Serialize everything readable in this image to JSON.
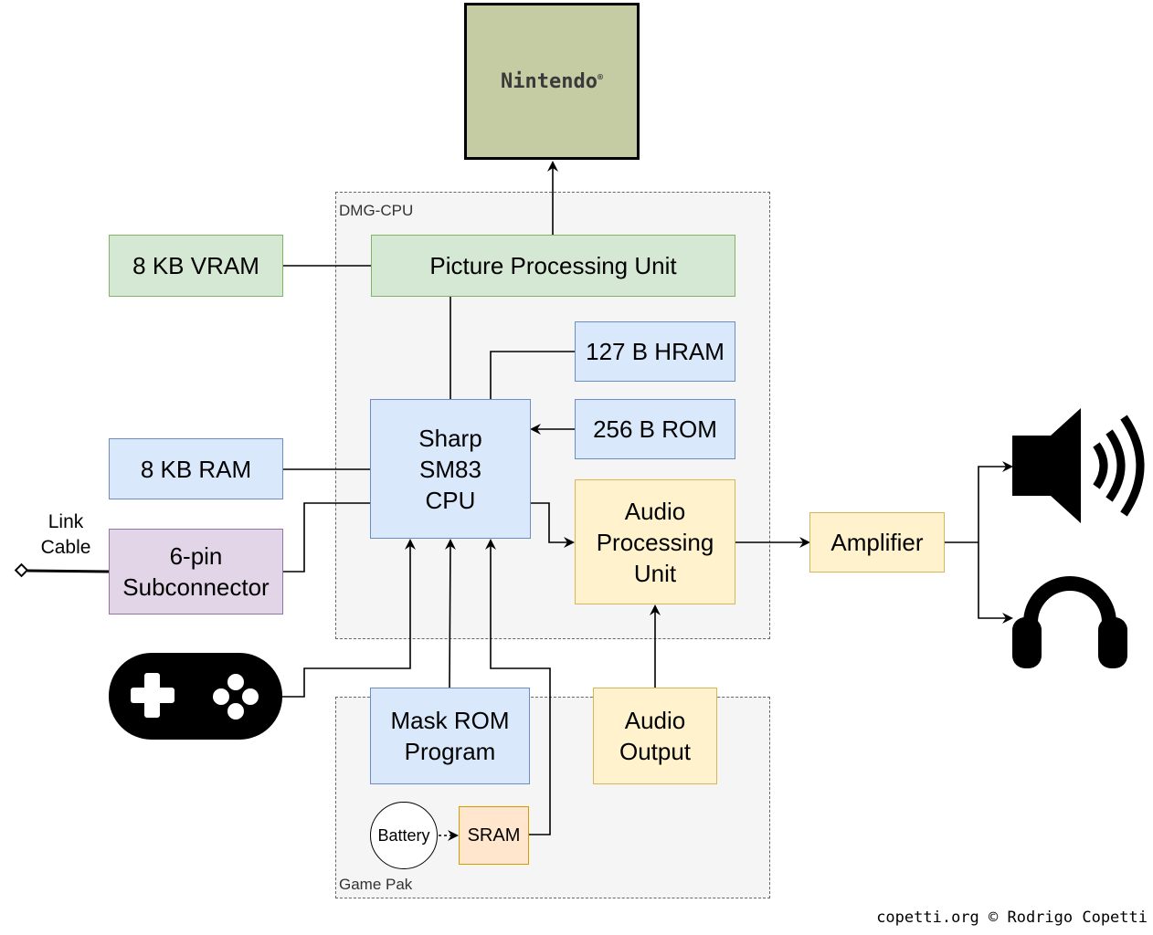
{
  "groups": {
    "dmg_cpu": "DMG-CPU",
    "game_pak": "Game Pak"
  },
  "display": {
    "logo_text": "Nintendo",
    "logo_mark": "®",
    "icon": "lcd-screen-icon"
  },
  "components": {
    "vram": "8 KB VRAM",
    "ppu": "Picture Processing Unit",
    "hram": "127 B HRAM",
    "boot_rom": "256 B ROM",
    "cpu": "Sharp\nSM83\nCPU",
    "wram": "8 KB RAM",
    "subconnector": "6-pin\nSubconnector",
    "apu": "Audio\nProcessing\nUnit",
    "amplifier": "Amplifier",
    "mask_rom": "Mask ROM\nProgram",
    "audio_output": "Audio\nOutput",
    "battery": "Battery",
    "sram": "SRAM"
  },
  "labels": {
    "link_cable": "Link\nCable"
  },
  "icons": {
    "gamepad": "gamepad-icon",
    "speaker": "speaker-icon",
    "headphones": "headphones-icon"
  },
  "colors": {
    "green_fill": "#d5e8d4",
    "blue_fill": "#dae8fc",
    "yellow_fill": "#fff2cc",
    "purple_fill": "#e1d5e7",
    "orange_fill": "#ffe6cc",
    "screen_fill": "#c5cca3"
  },
  "footer": {
    "credit": "copetti.org © Rodrigo Copetti"
  }
}
